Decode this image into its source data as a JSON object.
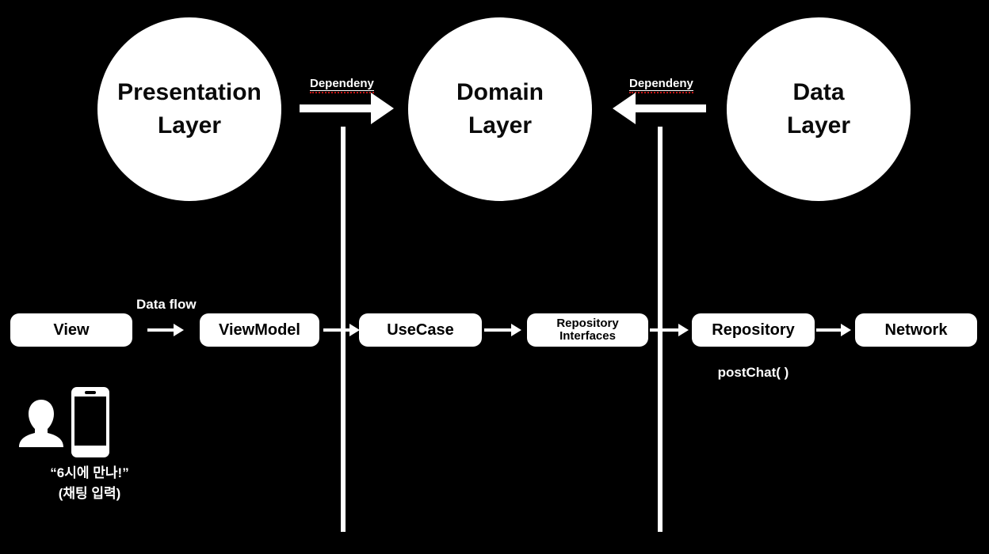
{
  "colors": {
    "background": "#000000",
    "foreground": "#ffffff",
    "circle_text": "#0a0a0a",
    "spellcheck_red": "#c41212"
  },
  "circles": [
    {
      "line1": "Presentation",
      "line2": "Layer"
    },
    {
      "line1": "Domain",
      "line2": "Layer"
    },
    {
      "line1": "Data",
      "line2": "Layer"
    }
  ],
  "dependency_labels": {
    "left": "Dependeny",
    "right": "Dependeny"
  },
  "flow": {
    "caption": "Data flow",
    "boxes": [
      {
        "label": "View"
      },
      {
        "label": "ViewModel"
      },
      {
        "label": "UseCase"
      },
      {
        "label": "Repository Interfaces"
      },
      {
        "label": "Repository"
      },
      {
        "label": "Network"
      }
    ],
    "method_label": "postChat( )"
  },
  "user_note": {
    "line1": "“6시에 만나!”",
    "line2": "(채팅 입력)"
  },
  "icons": [
    {
      "name": "person-silhouette-icon"
    },
    {
      "name": "smartphone-icon"
    }
  ]
}
